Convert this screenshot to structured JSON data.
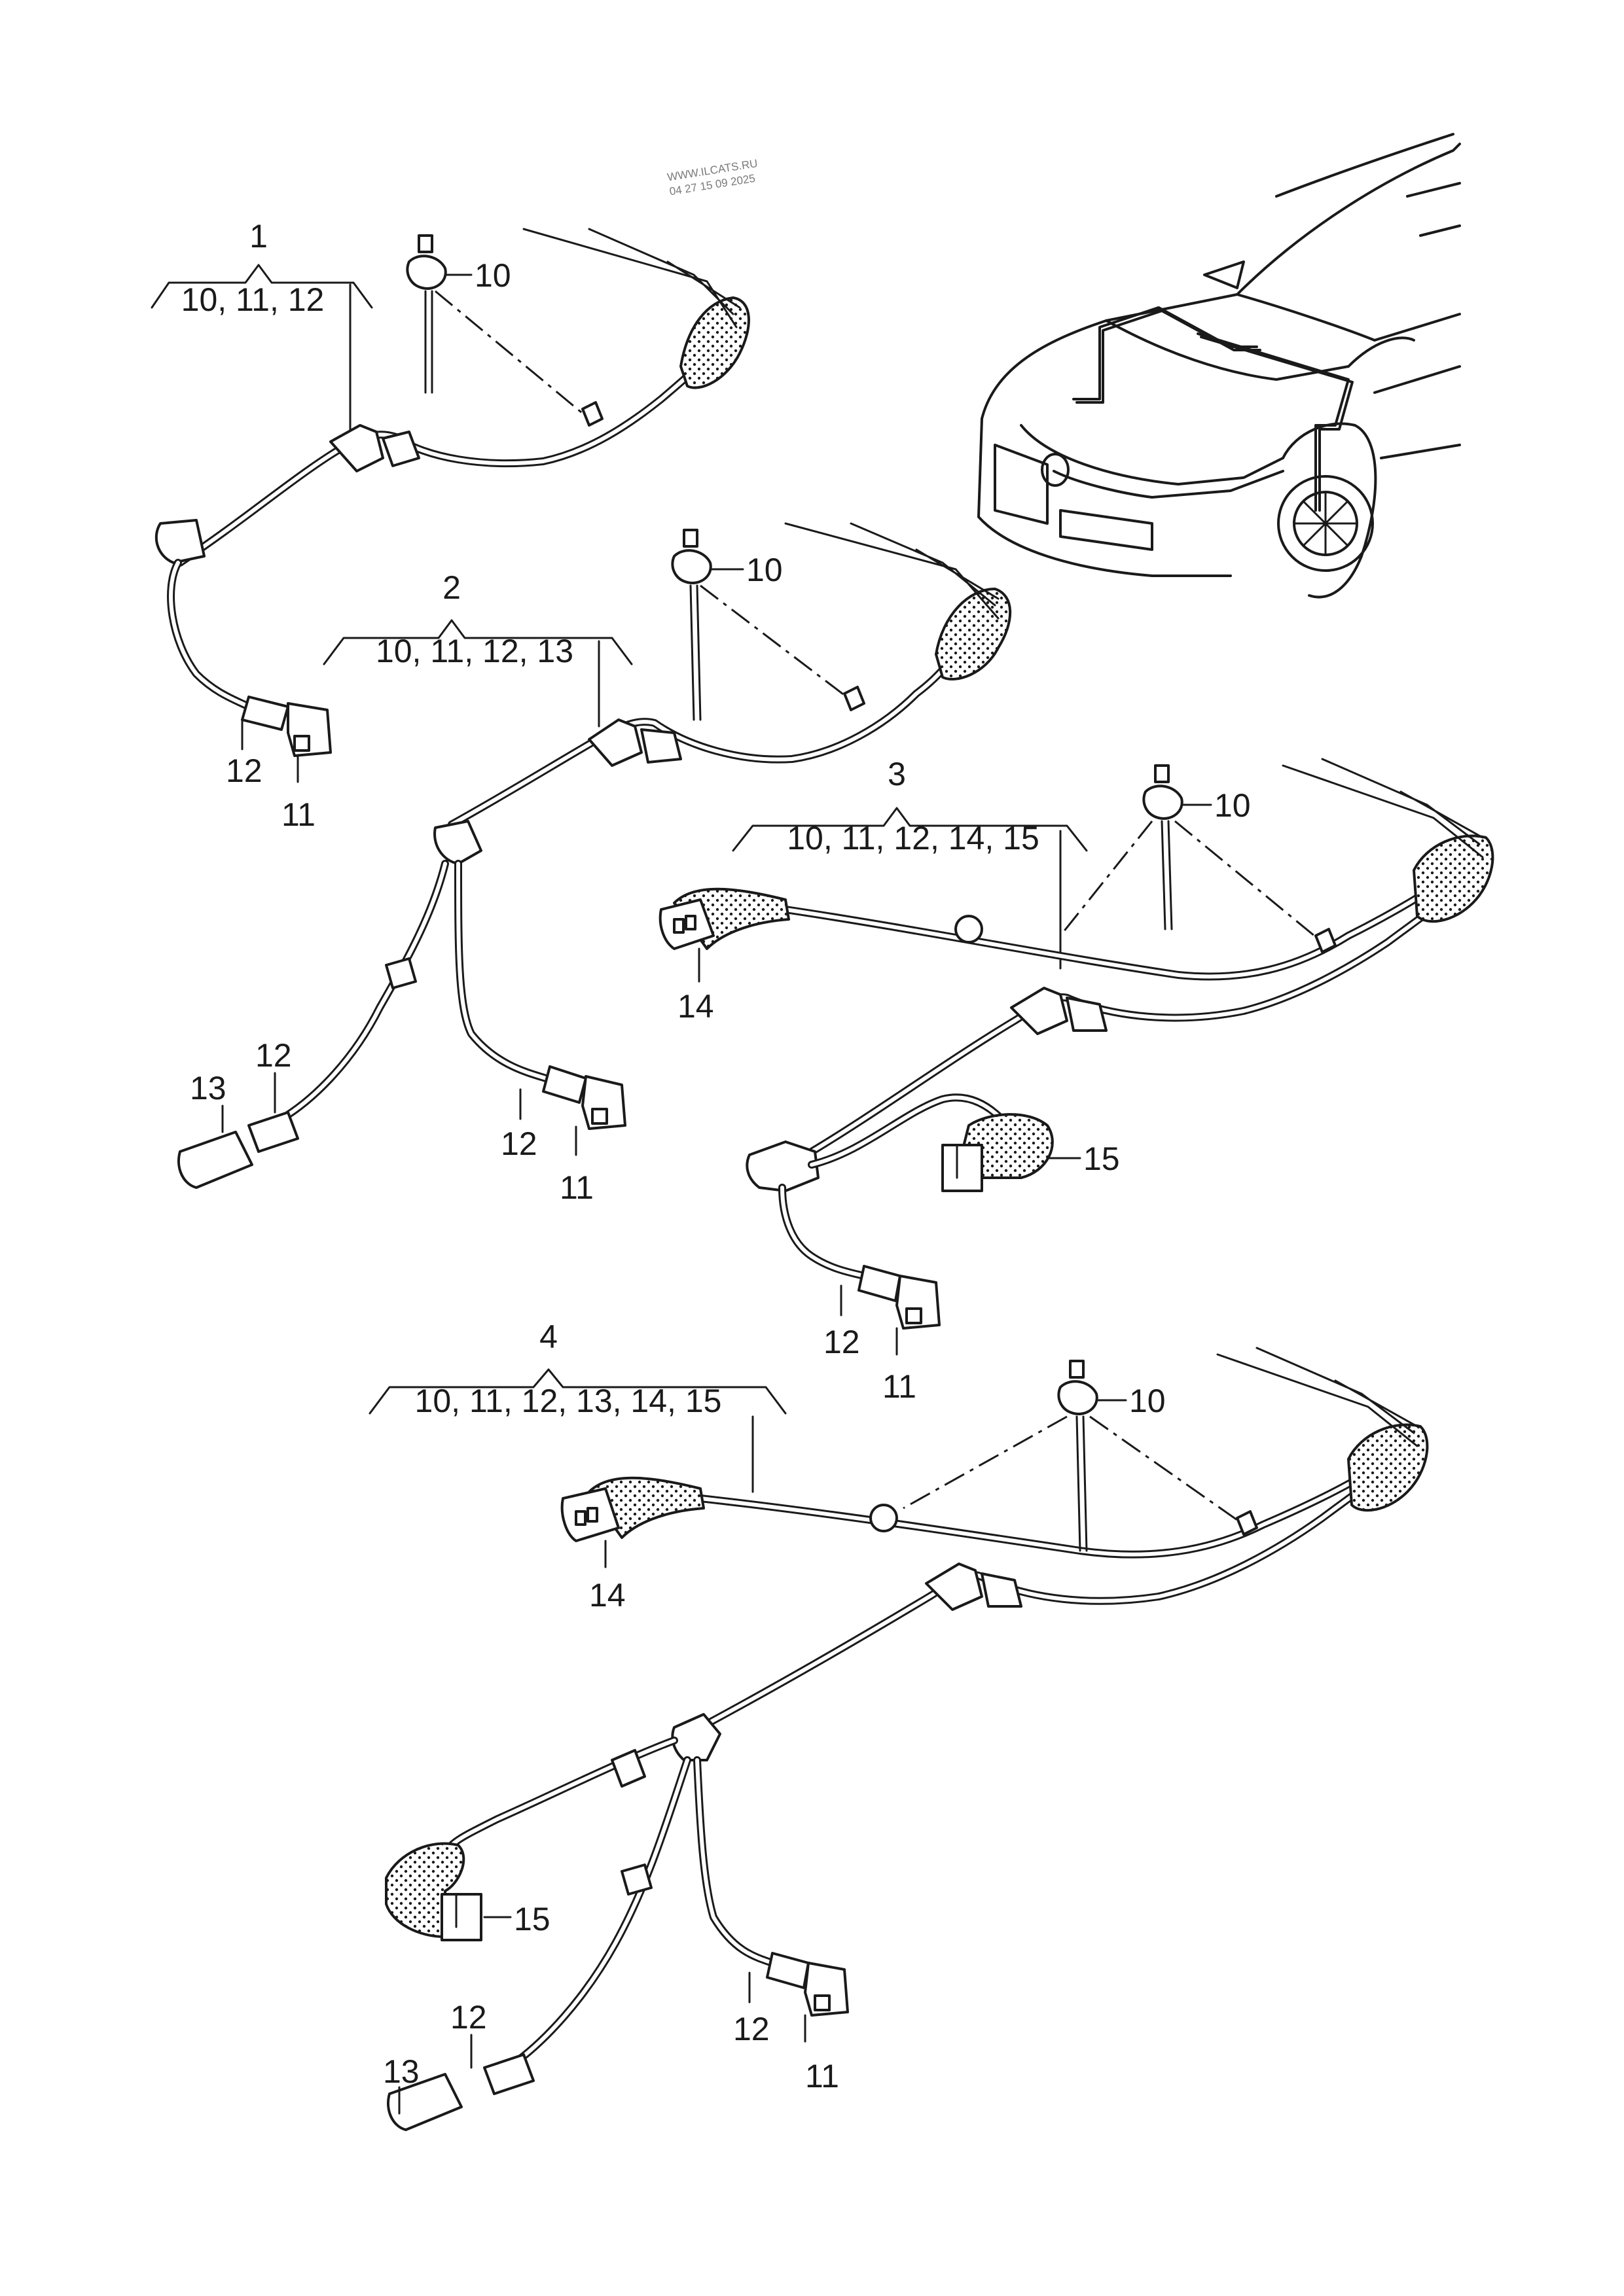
{
  "watermark": {
    "site": "WWW.ILCATS.RU",
    "stamp": "04 27 15 09 2025"
  },
  "groups": [
    {
      "number": "1",
      "parts": "10, 11, 12"
    },
    {
      "number": "2",
      "parts": "10, 11, 12, 13"
    },
    {
      "number": "3",
      "parts": "10, 11, 12, 14, 15"
    },
    {
      "number": "4",
      "parts": "10, 11, 12, 13, 14, 15"
    }
  ],
  "callouts": {
    "g1": [
      "10",
      "12",
      "11"
    ],
    "g2": [
      "10",
      "12",
      "13",
      "12",
      "11"
    ],
    "g3": [
      "10",
      "14",
      "15",
      "12",
      "11"
    ],
    "g4": [
      "10",
      "14",
      "15",
      "12",
      "13",
      "12",
      "11"
    ]
  }
}
